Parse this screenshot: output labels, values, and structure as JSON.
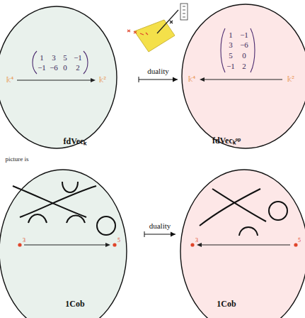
{
  "diagram": {
    "nodes": [
      {
        "text": [
          "fdVecₖ"
        ]
      },
      {
        "text": [
          "fdVecₖᵒᵖ"
        ]
      },
      {
        "text": [
          "1Cob"
        ]
      },
      {
        "text": [
          "1Cob"
        ]
      }
    ],
    "edges": [
      {
        "from": 0,
        "to": 1,
        "label": "duality",
        "arrow": "to"
      },
      {
        "from": 2,
        "to": 3,
        "label": "duality",
        "arrow": "to"
      }
    ],
    "labels": [
      "1",
      "3",
      "5",
      "−1",
      "−1",
      "−6",
      "0",
      "2",
      "𝕜⁴",
      "𝕜²",
      "1",
      "−1",
      "3",
      "−6",
      "5",
      "0",
      "−1",
      "2",
      "𝕜⁴",
      "𝕜²",
      "picture is",
      "3",
      "5",
      "3",
      "5"
    ]
  }
}
